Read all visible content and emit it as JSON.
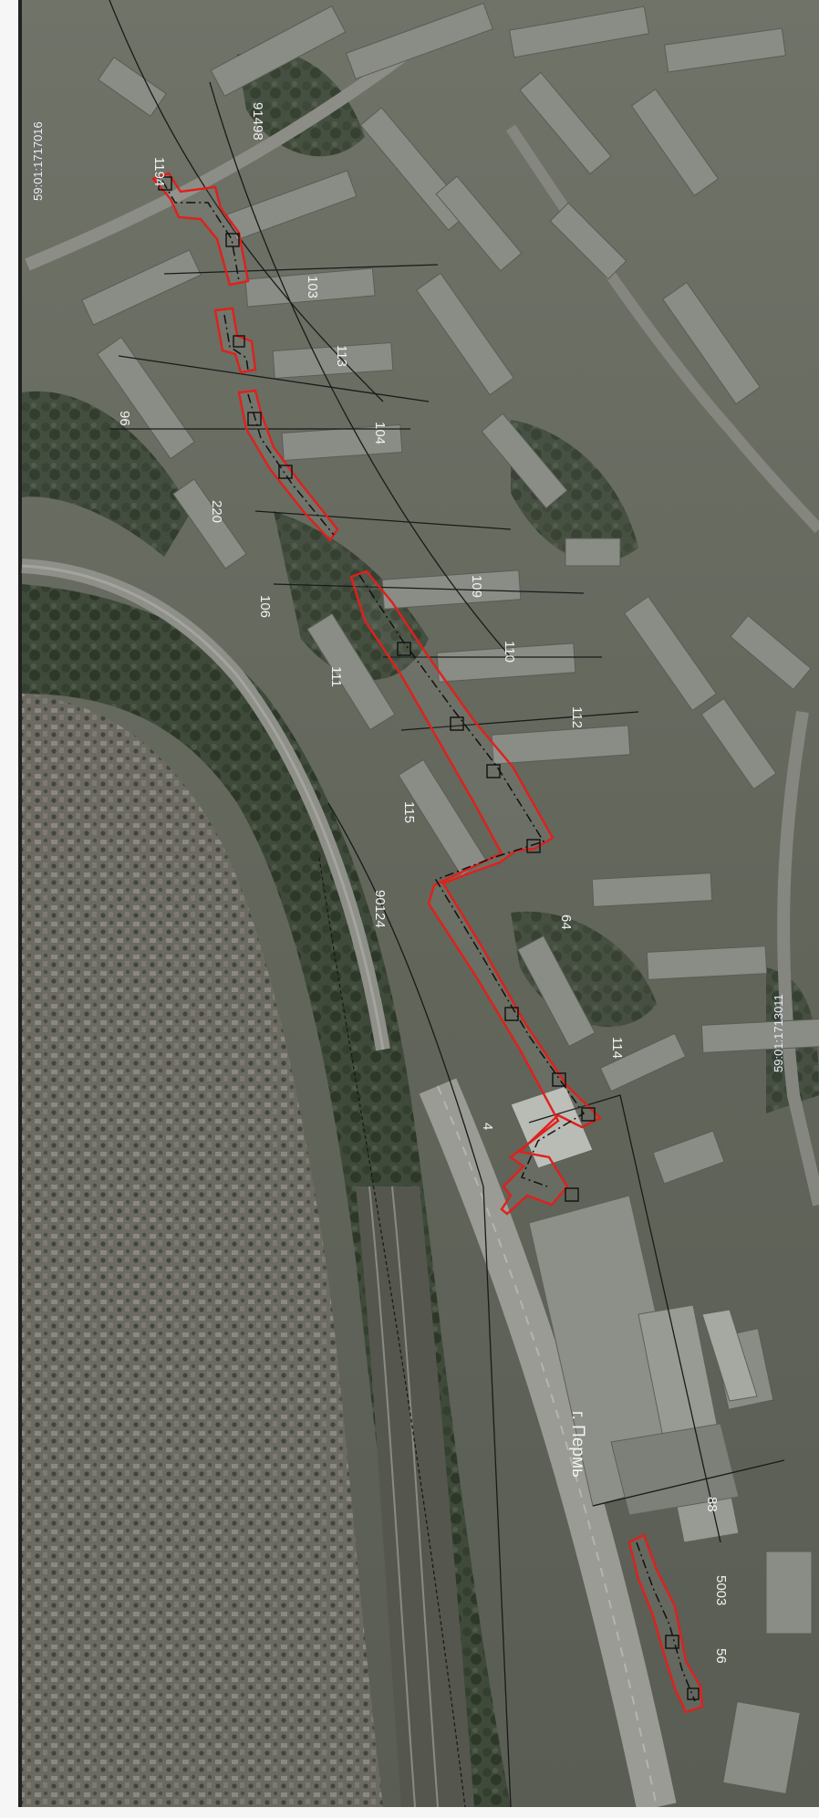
{
  "map": {
    "city_label": "г. Пермь",
    "parcel_labels": [
      "59:01:1717016",
      "59:01:1713011"
    ],
    "building_labels": [
      "1194",
      "91498",
      "103",
      "113",
      "96",
      "104",
      "220",
      "106",
      "109",
      "110",
      "111",
      "112",
      "115",
      "90124",
      "64",
      "114",
      "4",
      "88",
      "5003",
      "56"
    ],
    "colors": {
      "route_outline": "#e0201c",
      "route_axis": "#111111",
      "cadastral_lines": "#1a1a1a",
      "label_text": "#f2f2f2"
    }
  }
}
